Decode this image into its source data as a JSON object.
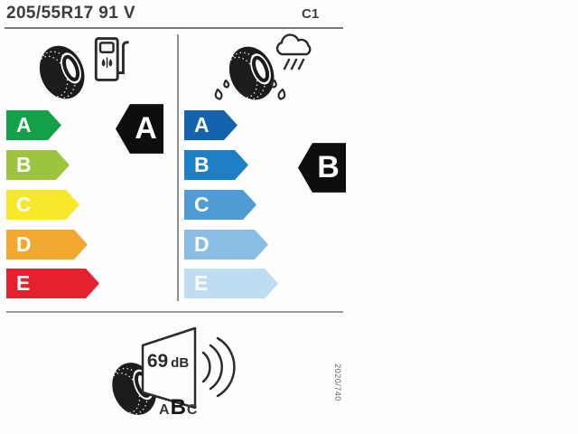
{
  "header": {
    "tire_size": "205/55R17 91 V",
    "vehicle_class": "C1"
  },
  "fuel": {
    "title": "fuel-efficiency-rating",
    "rating": "A",
    "scale": [
      {
        "grade": "A",
        "color": "#14a049"
      },
      {
        "grade": "B",
        "color": "#9cc53d"
      },
      {
        "grade": "C",
        "color": "#f6e92c"
      },
      {
        "grade": "D",
        "color": "#f2a730"
      },
      {
        "grade": "E",
        "color": "#e6212f"
      }
    ]
  },
  "wet": {
    "title": "wet-grip-rating",
    "rating": "B",
    "scale": [
      {
        "grade": "A",
        "color": "#1463ad"
      },
      {
        "grade": "B",
        "color": "#1d80c4"
      },
      {
        "grade": "C",
        "color": "#4f9cd5"
      },
      {
        "grade": "D",
        "color": "#8abde3"
      },
      {
        "grade": "E",
        "color": "#bedcf2"
      }
    ]
  },
  "noise": {
    "db_number": "69",
    "db_unit": "dB",
    "class_a": "A",
    "class_b": "B",
    "class_c": "C",
    "selected_class": "B"
  },
  "regulation": "2020/740",
  "colors": {
    "class_arrow": "#0e0e0e",
    "bar_letter": "#ffffff",
    "line_gray": "#8f8f8f"
  }
}
